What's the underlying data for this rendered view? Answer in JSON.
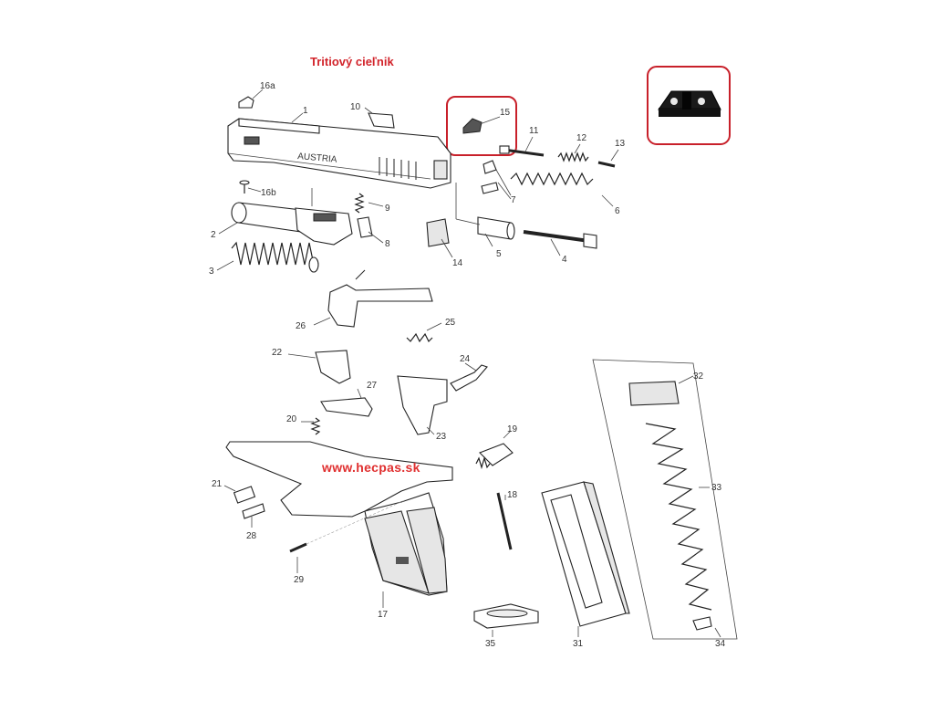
{
  "title": "Tritiový cieľnik",
  "watermark": "www.hecpas.sk",
  "highlight_color": "#c8202a",
  "labels": {
    "p1": "1",
    "p2": "2",
    "p3": "3",
    "p4": "4",
    "p5": "5",
    "p6": "6",
    "p7": "7",
    "p8": "8",
    "p9": "9",
    "p10": "10",
    "p11": "11",
    "p12": "12",
    "p13": "13",
    "p14": "14",
    "p15": "15",
    "p16a": "16a",
    "p16b": "16b",
    "p17": "17",
    "p18": "18",
    "p19": "19",
    "p20": "20",
    "p21": "21",
    "p22": "22",
    "p23": "23",
    "p24": "24",
    "p25": "25",
    "p26": "26",
    "p27": "27",
    "p28": "28",
    "p29": "29",
    "p31": "31",
    "p32": "32",
    "p33": "33",
    "p34": "34",
    "p35": "35"
  },
  "slide_text": "AUSTRIA"
}
